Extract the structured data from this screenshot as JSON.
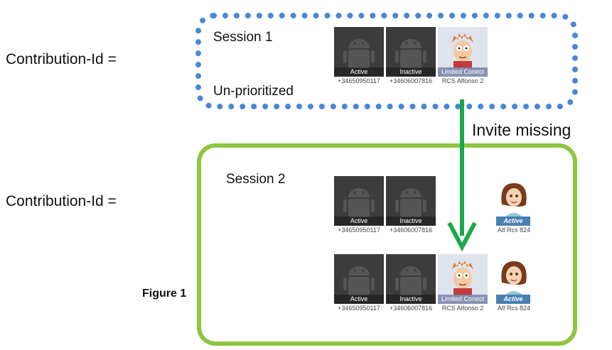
{
  "labels": {
    "contribution_id_1": "Contribution-Id =",
    "contribution_id_2": "Contribution-Id =",
    "session1": "Session 1",
    "unprioritized": "Un-prioritized",
    "session2": "Session 2",
    "invite_missing": "Invite missing",
    "figure": "Figure 1"
  },
  "session1_tiles": [
    {
      "status": "Active",
      "caption": "+34650950117",
      "avatar": "android-icon"
    },
    {
      "status": "Inactive",
      "caption": "+34606007816",
      "avatar": "android-icon"
    },
    {
      "status": "Limited Conect",
      "caption": "RCS Alfonso 2",
      "avatar": "fry-avatar"
    }
  ],
  "session2_row1": [
    {
      "status": "Active",
      "caption": "+34650950117",
      "avatar": "android-icon"
    },
    {
      "status": "Inactive",
      "caption": "+34606007816",
      "avatar": "android-icon"
    },
    {
      "status": "Active",
      "caption": "Alf Rcs 824",
      "avatar": "woman-avatar"
    }
  ],
  "session2_row2": [
    {
      "status": "Active",
      "caption": "+34650950117",
      "avatar": "android-icon"
    },
    {
      "status": "Inactive",
      "caption": "+34606007816",
      "avatar": "android-icon"
    },
    {
      "status": "Limited Conect",
      "caption": "RCS Alfonso 2",
      "avatar": "fry-avatar"
    },
    {
      "status": "Active",
      "caption": "Alf Rcs 824",
      "avatar": "woman-avatar"
    }
  ],
  "colors": {
    "session1_border": "#4a86d6",
    "session2_border": "#8cc63f",
    "arrow": "#1aa84b"
  }
}
